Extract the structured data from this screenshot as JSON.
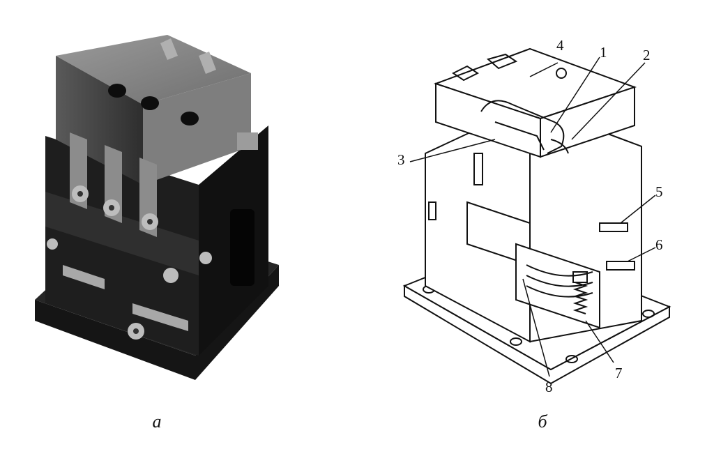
{
  "captions": {
    "left": "а",
    "right": "б"
  },
  "callouts": [
    {
      "id": "1",
      "label": "1"
    },
    {
      "id": "2",
      "label": "2"
    },
    {
      "id": "3",
      "label": "3"
    },
    {
      "id": "4",
      "label": "4"
    },
    {
      "id": "5",
      "label": "5"
    },
    {
      "id": "6",
      "label": "6"
    },
    {
      "id": "7",
      "label": "7"
    },
    {
      "id": "8",
      "label": "8"
    }
  ],
  "colors": {
    "ink": "#111111",
    "paper": "#ffffff",
    "photo_dark": "#1a1a1a",
    "photo_grey": "#8a8a8a"
  }
}
